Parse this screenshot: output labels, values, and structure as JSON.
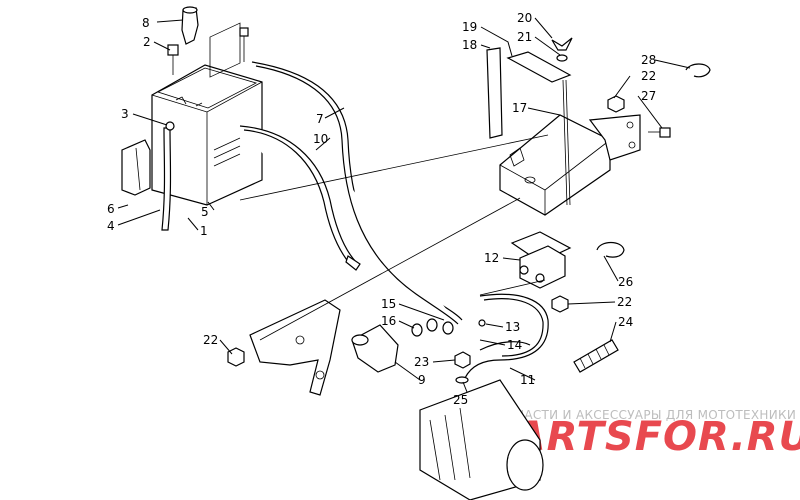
{
  "callouts": [
    {
      "id": "c8",
      "text": "8"
    },
    {
      "id": "c2",
      "text": "2"
    },
    {
      "id": "c3",
      "text": "3"
    },
    {
      "id": "c6",
      "text": "6"
    },
    {
      "id": "c4",
      "text": "4"
    },
    {
      "id": "c5",
      "text": "5"
    },
    {
      "id": "c1",
      "text": "1"
    },
    {
      "id": "c7",
      "text": "7"
    },
    {
      "id": "c10",
      "text": "10"
    },
    {
      "id": "c19",
      "text": "19"
    },
    {
      "id": "c18",
      "text": "18"
    },
    {
      "id": "c20",
      "text": "20"
    },
    {
      "id": "c21",
      "text": "21"
    },
    {
      "id": "c28",
      "text": "28"
    },
    {
      "id": "c22a",
      "text": "22"
    },
    {
      "id": "c27",
      "text": "27"
    },
    {
      "id": "c17",
      "text": "17"
    },
    {
      "id": "c12",
      "text": "12"
    },
    {
      "id": "c26",
      "text": "26"
    },
    {
      "id": "c22b",
      "text": "22"
    },
    {
      "id": "c15",
      "text": "15"
    },
    {
      "id": "c16",
      "text": "16"
    },
    {
      "id": "c13",
      "text": "13"
    },
    {
      "id": "c14",
      "text": "14"
    },
    {
      "id": "c24",
      "text": "24"
    },
    {
      "id": "c22c",
      "text": "22"
    },
    {
      "id": "c23",
      "text": "23"
    },
    {
      "id": "c9",
      "text": "9"
    },
    {
      "id": "c11",
      "text": "11"
    },
    {
      "id": "c25",
      "text": "25"
    }
  ],
  "watermark": {
    "tagline": "ЗАПЧАСТИ И АКСЕССУАРЫ ДЛЯ МОТОТЕХНИКИ",
    "brand": "PARTSFOR.RU",
    "brand_color": "#e8494f"
  }
}
